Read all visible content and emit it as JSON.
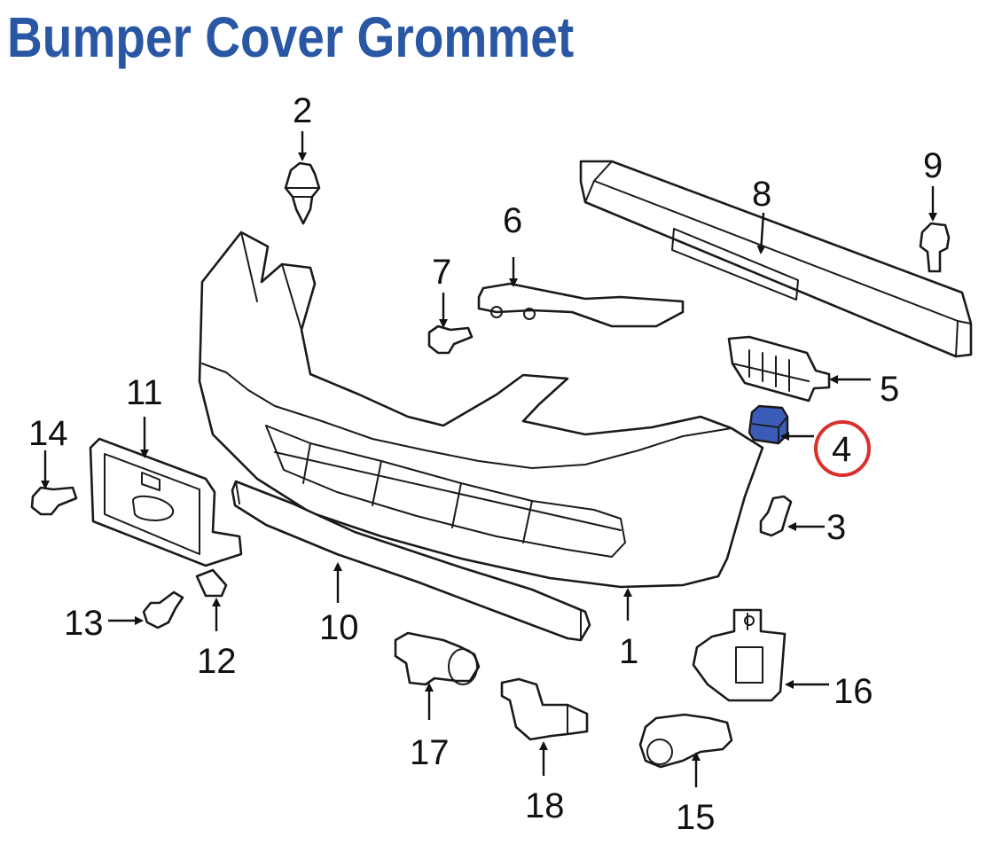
{
  "title": "Bumper Cover Grommet",
  "colors": {
    "title": "#2957a4",
    "highlight_part": "#3a5bb8",
    "highlight_ring": "#d9302b",
    "line": "#1a1a1a"
  },
  "callouts": {
    "c1": "1",
    "c2": "2",
    "c3": "3",
    "c4": "4",
    "c5": "5",
    "c6": "6",
    "c7": "7",
    "c8": "8",
    "c9": "9",
    "c10": "10",
    "c11": "11",
    "c12": "12",
    "c13": "13",
    "c14": "14",
    "c15": "15",
    "c16": "16",
    "c17": "17",
    "c18": "18"
  },
  "highlighted_callout": "4"
}
